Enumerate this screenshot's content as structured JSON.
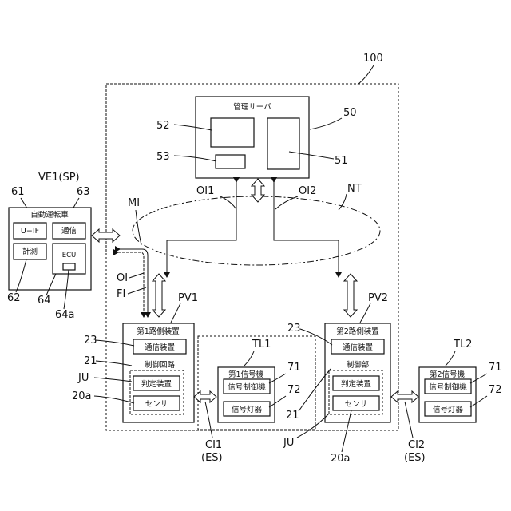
{
  "refs": {
    "r100": "100",
    "r50": "50",
    "r51": "51",
    "r52": "52",
    "r53": "53",
    "ve1": "VE1(SP)",
    "r61": "61",
    "r62": "62",
    "r63": "63",
    "r64": "64",
    "r64a": "64a",
    "mi": "MI",
    "oi": "OI",
    "fi": "FI",
    "oi1": "OI1",
    "oi2": "OI2",
    "nt": "NT",
    "pv1": "PV1",
    "pv2": "PV2",
    "r23_left": "23",
    "r21_left": "21",
    "ju_left": "JU",
    "r20a_left": "20a",
    "tl1": "TL1",
    "r71_left": "71",
    "r72_left": "72",
    "ci1": "CI1",
    "es1": "(ES)",
    "r23_right": "23",
    "r21_right": "21",
    "ju_right": "JU",
    "r20a_right": "20a",
    "tl2": "TL2",
    "r71_right": "71",
    "r72_right": "72",
    "ci2": "CI2",
    "es2": "(ES)"
  },
  "server": {
    "title": "管理サーバ"
  },
  "vehicle": {
    "title": "自動運転車",
    "uif": "U−IF",
    "comm": "通信",
    "measure": "計測",
    "ecu": "ECU"
  },
  "road1": {
    "title": "第1路側装置",
    "comm": "通信装置",
    "control": "制御回路",
    "judge": "判定装置",
    "sensor": "センサ"
  },
  "road2": {
    "title": "第2路側装置",
    "comm": "通信装置",
    "control": "制御部",
    "judge": "判定装置",
    "sensor": "センサ"
  },
  "signal1": {
    "title": "第1信号機",
    "control": "信号制御機",
    "lamp": "信号灯器"
  },
  "signal2": {
    "title": "第2信号機",
    "control": "信号制御機",
    "lamp": "信号灯器"
  }
}
